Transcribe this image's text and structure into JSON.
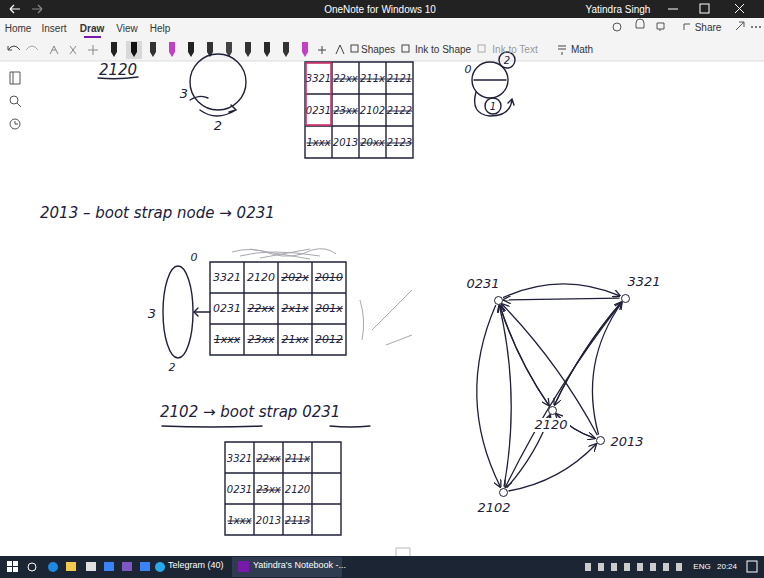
{
  "diagram": {
    "nodes": [
      {
        "text": [
          "0231"
        ]
      },
      {
        "text": [
          "3321"
        ]
      },
      {
        "text": [
          "2120"
        ]
      },
      {
        "text": [
          "2013"
        ]
      },
      {
        "text": [
          "2102"
        ]
      }
    ],
    "edges": [
      {
        "from": 0,
        "to": 1,
        "arrow": "to"
      },
      {
        "from": 1,
        "to": 0,
        "arrow": "to"
      },
      {
        "from": 0,
        "to": 2,
        "arrow": "to"
      },
      {
        "from": 2,
        "to": 0,
        "arrow": "to"
      },
      {
        "from": 1,
        "to": 2,
        "arrow": "to"
      },
      {
        "from": 2,
        "to": 1,
        "arrow": "to"
      },
      {
        "from": 2,
        "to": 3,
        "arrow": "to"
      },
      {
        "from": 3,
        "to": 2,
        "arrow": "to"
      },
      {
        "from": 3,
        "to": 1,
        "arrow": "to"
      },
      {
        "from": 3,
        "to": 0,
        "arrow": "to"
      },
      {
        "from": 4,
        "to": 2,
        "arrow": "to"
      },
      {
        "from": 4,
        "to": 3,
        "arrow": "to"
      },
      {
        "from": 4,
        "to": 0,
        "arrow": "to"
      },
      {
        "from": 0,
        "to": 4,
        "arrow": "to"
      },
      {
        "from": 1,
        "to": 4,
        "arrow": "to"
      }
    ],
    "labels": [
      "OneNote for Windows 10",
      "Yatindra Singh",
      "Home",
      "Insert",
      "Draw",
      "View",
      "Help",
      "Share",
      "Shapes",
      "Ink to Shape",
      "Ink to Text",
      "Math",
      "2120",
      "3",
      "2",
      "3321",
      "22xx",
      "211x",
      "2121",
      "0231",
      "23xx",
      "2102",
      "2122",
      "1xxx",
      "2013",
      "20xx",
      "2123",
      "0",
      "2",
      "1",
      "2013 – boot strap node → 0231",
      "0",
      "3",
      "2",
      "3321",
      "2120",
      "202x",
      "2010",
      "0231",
      "22xx",
      "2x1x",
      "201x",
      "1xxx",
      "23xx",
      "21xx",
      "2012",
      "2102 → boot strap 0231",
      "3321",
      "22xx",
      "211x",
      "0231",
      "23xx",
      "2120",
      "1xxx",
      "2013",
      "2113",
      "Telegram (40)",
      "Yatindra's Notebook -...",
      "ENG",
      "20:24"
    ]
  }
}
